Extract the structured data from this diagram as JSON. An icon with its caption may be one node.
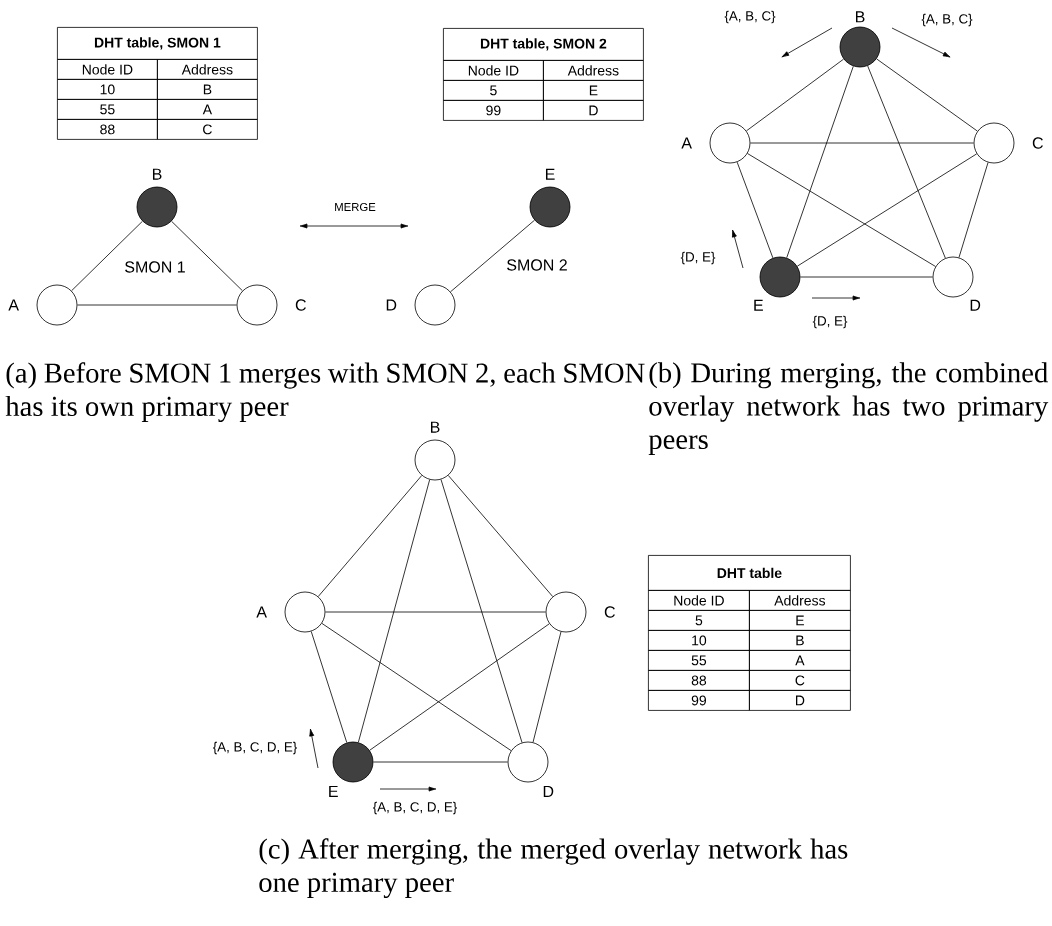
{
  "diagram": {
    "nodes": [
      {
        "text": [
          "A"
        ]
      },
      {
        "text": [
          "B"
        ]
      },
      {
        "text": [
          "C"
        ]
      },
      {
        "text": [
          "D"
        ]
      },
      {
        "text": [
          "E"
        ]
      },
      {
        "text": [
          "A"
        ]
      },
      {
        "text": [
          "B"
        ]
      },
      {
        "text": [
          "C"
        ]
      },
      {
        "text": [
          "D"
        ]
      },
      {
        "text": [
          "E"
        ]
      },
      {
        "text": [
          "A"
        ]
      },
      {
        "text": [
          "B"
        ]
      },
      {
        "text": [
          "C"
        ]
      },
      {
        "text": [
          "D"
        ]
      },
      {
        "text": [
          "E"
        ]
      }
    ],
    "edges": [
      {
        "from": 0,
        "to": 1,
        "arrow": "none"
      },
      {
        "from": 1,
        "to": 2,
        "arrow": "none"
      },
      {
        "from": 0,
        "to": 2,
        "arrow": "none"
      },
      {
        "from": 3,
        "to": 4,
        "arrow": "none"
      },
      {
        "from": 5,
        "to": 6,
        "arrow": "none"
      },
      {
        "from": 6,
        "to": 7,
        "arrow": "none"
      },
      {
        "from": 5,
        "to": 7,
        "arrow": "none"
      },
      {
        "from": 5,
        "to": 8,
        "arrow": "none"
      },
      {
        "from": 5,
        "to": 9,
        "arrow": "none"
      },
      {
        "from": 6,
        "to": 8,
        "arrow": "none"
      },
      {
        "from": 6,
        "to": 9,
        "arrow": "none"
      },
      {
        "from": 7,
        "to": 8,
        "arrow": "none"
      },
      {
        "from": 7,
        "to": 9,
        "arrow": "none"
      },
      {
        "from": 9,
        "to": 8,
        "arrow": "none"
      },
      {
        "from": 10,
        "to": 11,
        "arrow": "none"
      },
      {
        "from": 11,
        "to": 12,
        "arrow": "none"
      },
      {
        "from": 10,
        "to": 12,
        "arrow": "none"
      },
      {
        "from": 10,
        "to": 13,
        "arrow": "none"
      },
      {
        "from": 10,
        "to": 14,
        "arrow": "none"
      },
      {
        "from": 11,
        "to": 13,
        "arrow": "none"
      },
      {
        "from": 11,
        "to": 14,
        "arrow": "none"
      },
      {
        "from": 12,
        "to": 13,
        "arrow": "none"
      },
      {
        "from": 12,
        "to": 14,
        "arrow": "none"
      },
      {
        "from": 14,
        "to": 13,
        "arrow": "none"
      }
    ],
    "labels": [
      "DHT table, SMON 1",
      "Node ID",
      "Address",
      "10",
      "B",
      "55",
      "A",
      "88",
      "C",
      "DHT table, SMON 2",
      "Node ID",
      "Address",
      "5",
      "E",
      "99",
      "D",
      "MERGE",
      "SMON 1",
      "SMON 2",
      "{A, B, C}",
      "{A, B, C}",
      "{D, E}",
      "{D, E}",
      "(a) Before SMON 1 merges with SMON 2, each SMON has its own primary peer",
      "(b) During merging, the combined overlay network has two primary peers",
      "DHT table",
      "Node ID",
      "Address",
      "5",
      "E",
      "10",
      "B",
      "55",
      "A",
      "88",
      "C",
      "99",
      "D",
      "{A, B, C, D, E}",
      "{A, B, C, D, E}",
      "(c) After merging, the merged overlay network has one primary peer"
    ]
  }
}
